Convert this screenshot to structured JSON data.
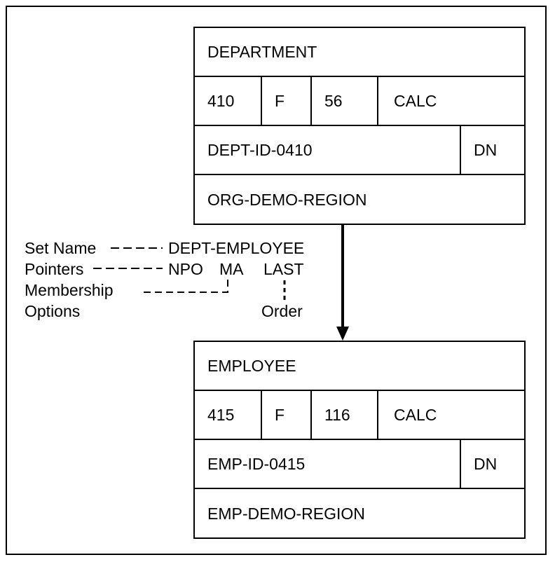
{
  "owner": {
    "name": "DEPARTMENT",
    "record_id": "410",
    "record_length_type": "F",
    "record_length": "56",
    "location_mode": "CALC",
    "calc_key": "DEPT-ID-0410",
    "duplicates_option": "DN",
    "area_name": "ORG-DEMO-REGION"
  },
  "member": {
    "name": "EMPLOYEE",
    "record_id": "415",
    "record_length_type": "F",
    "record_length": "116",
    "location_mode": "CALC",
    "calc_key": "EMP-ID-0415",
    "duplicates_option": "DN",
    "area_name": "EMP-DEMO-REGION"
  },
  "set": {
    "name": "DEPT-EMPLOYEE",
    "pointers": "NPO",
    "membership": "MA",
    "order": "LAST"
  },
  "legend": {
    "set_name": "Set Name",
    "pointers": "Pointers",
    "membership_line1": "Membership",
    "membership_line2": "Options",
    "order": "Order"
  }
}
